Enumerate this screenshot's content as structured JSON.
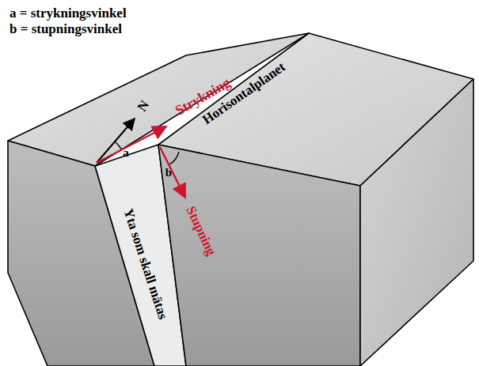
{
  "diagram": {
    "labels": [
      "a = strykningsvinkel",
      "b = stupningsvinkel",
      "N",
      "a",
      "Strykning",
      "Horisontalplanet",
      "b",
      "Stupning",
      "Yta som skall mätas"
    ]
  }
}
